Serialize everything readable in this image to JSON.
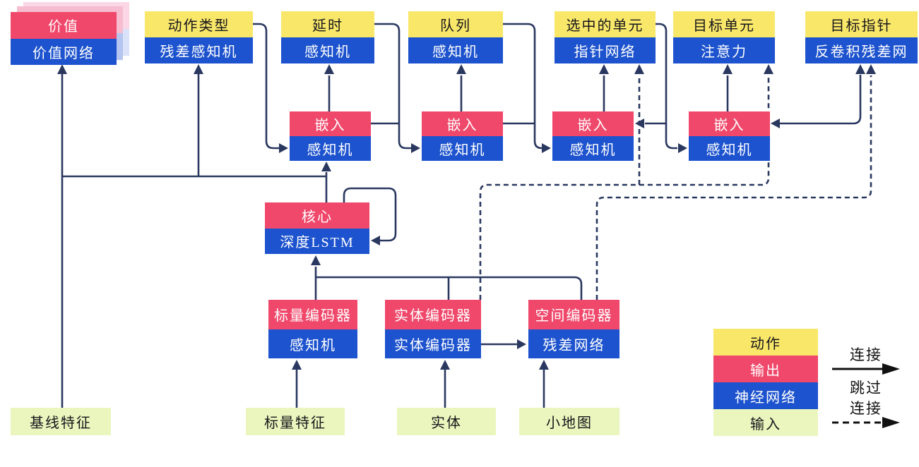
{
  "heads": [
    {
      "top": "价值",
      "bottom": "价值网络"
    },
    {
      "top": "动作类型",
      "bottom": "残差感知机"
    },
    {
      "top": "延时",
      "bottom": "感知机"
    },
    {
      "top": "队列",
      "bottom": "感知机"
    },
    {
      "top": "选中的单元",
      "bottom": "指针网络"
    },
    {
      "top": "目标单元",
      "bottom": "注意力"
    },
    {
      "top": "目标指针",
      "bottom": "反卷积残差网"
    }
  ],
  "embeddings": [
    {
      "top": "嵌入",
      "bottom": "感知机"
    },
    {
      "top": "嵌入",
      "bottom": "感知机"
    },
    {
      "top": "嵌入",
      "bottom": "感知机"
    },
    {
      "top": "嵌入",
      "bottom": "感知机"
    }
  ],
  "core": {
    "top": "核心",
    "bottom": "深度LSTM"
  },
  "encoders": [
    {
      "top": "标量编码器",
      "bottom": "感知机"
    },
    {
      "top": "实体编码器",
      "bottom": "实体编码器"
    },
    {
      "top": "空间编码器",
      "bottom": "残差网络"
    }
  ],
  "inputs": {
    "baseline": "基线特征",
    "scalar": "标量特征",
    "entities": "实体",
    "minimap": "小地图"
  },
  "legend": {
    "rows": [
      {
        "label": "动作",
        "kind": "action"
      },
      {
        "label": "输出",
        "kind": "output"
      },
      {
        "label": "神经网络",
        "kind": "neural-network"
      },
      {
        "label": "输入",
        "kind": "input"
      }
    ],
    "solid_label": "连接",
    "dashed_label_line1": "跳过",
    "dashed_label_line2": "连接"
  },
  "colors": {
    "action_yellow": "#F9E76A",
    "output_pink": "#F0486B",
    "network_blue": "#1D53CE",
    "input_green": "#EAF6BE",
    "wire_navy": "#2A3860",
    "legend_arrow_black": "#111111",
    "value_shadow_pink": "#FBD7E5",
    "value_shadow_blue": "#B5C5F0"
  }
}
